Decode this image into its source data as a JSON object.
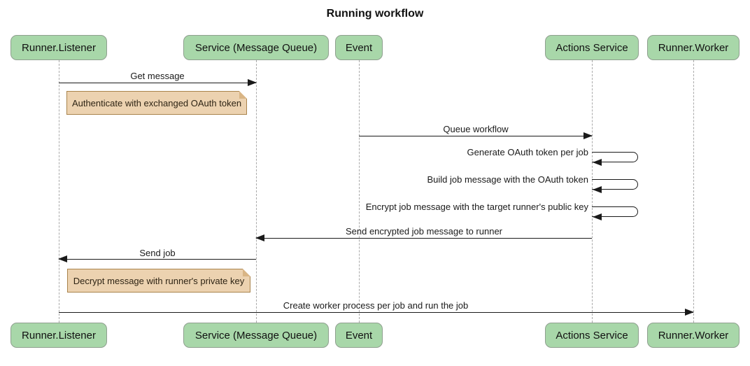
{
  "title": "Running workflow",
  "participants": [
    {
      "label": "Runner.Listener"
    },
    {
      "label": "Service (Message Queue)"
    },
    {
      "label": "Event"
    },
    {
      "label": "Actions Service"
    },
    {
      "label": "Runner.Worker"
    }
  ],
  "messages": [
    {
      "from": "Runner.Listener",
      "to": "Service (Message Queue)",
      "label": "Get message",
      "type": "solid-arrow"
    },
    {
      "from": "Event",
      "to": "Actions Service",
      "label": "Queue workflow",
      "type": "solid-arrow"
    },
    {
      "from": "Actions Service",
      "to": "Actions Service",
      "label": "Generate OAuth token per job",
      "type": "self-loop"
    },
    {
      "from": "Actions Service",
      "to": "Actions Service",
      "label": "Build job message with the OAuth token",
      "type": "self-loop"
    },
    {
      "from": "Actions Service",
      "to": "Actions Service",
      "label": "Encrypt job message with the target runner's public key",
      "type": "self-loop"
    },
    {
      "from": "Actions Service",
      "to": "Service (Message Queue)",
      "label": "Send encrypted job message to runner",
      "type": "solid-arrow"
    },
    {
      "from": "Service (Message Queue)",
      "to": "Runner.Listener",
      "label": "Send job",
      "type": "solid-arrow"
    },
    {
      "from": "Runner.Listener",
      "to": "Runner.Worker",
      "label": "Create worker process per job and run the job",
      "type": "solid-arrow"
    }
  ],
  "notes": [
    {
      "over": "Runner.Listener",
      "label": "Authenticate with exchanged OAuth token"
    },
    {
      "over": "Runner.Listener",
      "label": "Decrypt message with runner's private key"
    }
  ],
  "colors": {
    "background": "#ffffff",
    "actor_fill": "#a8d7a9",
    "actor_border": "#8f9f8f",
    "note_fill": "#ecd2b0",
    "note_border": "#a9834b",
    "note_fold": "#d9b585",
    "lifeline": "#a9a9a9",
    "arrow": "#1a1a1a"
  }
}
